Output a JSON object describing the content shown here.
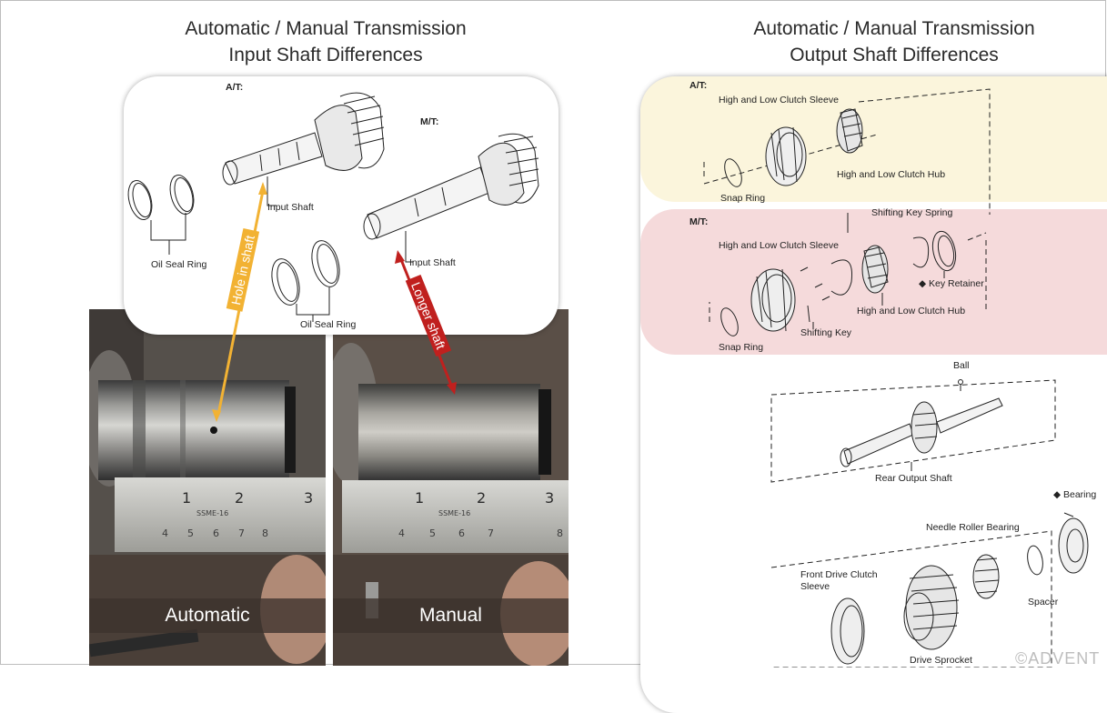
{
  "left_title": {
    "line1": "Automatic / Manual Transmission",
    "line2": "Input Shaft Differences"
  },
  "right_title": {
    "line1": "Automatic / Manual Transmission",
    "line2": "Output Shaft Differences"
  },
  "input_diagram": {
    "at_label": "A/T:",
    "mt_label": "M/T:",
    "input_shaft_at": "Input Shaft",
    "input_shaft_mt": "Input Shaft",
    "oil_seal_ring_1": "Oil Seal Ring",
    "oil_seal_ring_2": "Oil Seal Ring"
  },
  "annotations": {
    "hole": "Hole in shaft",
    "longer": "Longer shaft",
    "hole_color": "#f2b233",
    "longer_color": "#c0201e"
  },
  "photos": {
    "automatic_caption": "Automatic",
    "manual_caption": "Manual",
    "ruler_text_left": "SSME-16",
    "ruler_text_right": "SSME-16",
    "ruler_major_left": [
      "1",
      "2",
      "3"
    ],
    "ruler_minor_left": [
      "4",
      "5",
      "6",
      "7",
      "8"
    ],
    "ruler_major_right": [
      "1",
      "2",
      "3"
    ],
    "ruler_minor_right": [
      "4",
      "5",
      "6",
      "7",
      "8"
    ]
  },
  "output_diagram": {
    "at_label": "A/T:",
    "mt_label": "M/T:",
    "at_sleeve": "High and Low Clutch Sleeve",
    "at_hub": "High and Low Clutch Hub",
    "at_snap_ring": "Snap Ring",
    "mt_sleeve": "High and Low Clutch Sleeve",
    "mt_key_spring": "Shifting Key Spring",
    "mt_key_retainer": "◆ Key Retainer",
    "mt_hub": "High and Low Clutch Hub",
    "mt_snap_ring": "Snap Ring",
    "mt_shifting_key": "Shifting Key",
    "ball": "Ball",
    "rear_output_shaft": "Rear Output Shaft",
    "bearing": "◆ Bearing",
    "needle_roller_bearing": "Needle Roller Bearing",
    "front_drive_clutch_1": "Front Drive Clutch",
    "front_drive_clutch_2": "Sleeve",
    "spacer": "Spacer",
    "drive_sprocket": "Drive Sprocket",
    "watermark": "©ADVENT"
  },
  "colors": {
    "at_band": "#fbf5dc",
    "mt_band": "#f5dadb"
  }
}
